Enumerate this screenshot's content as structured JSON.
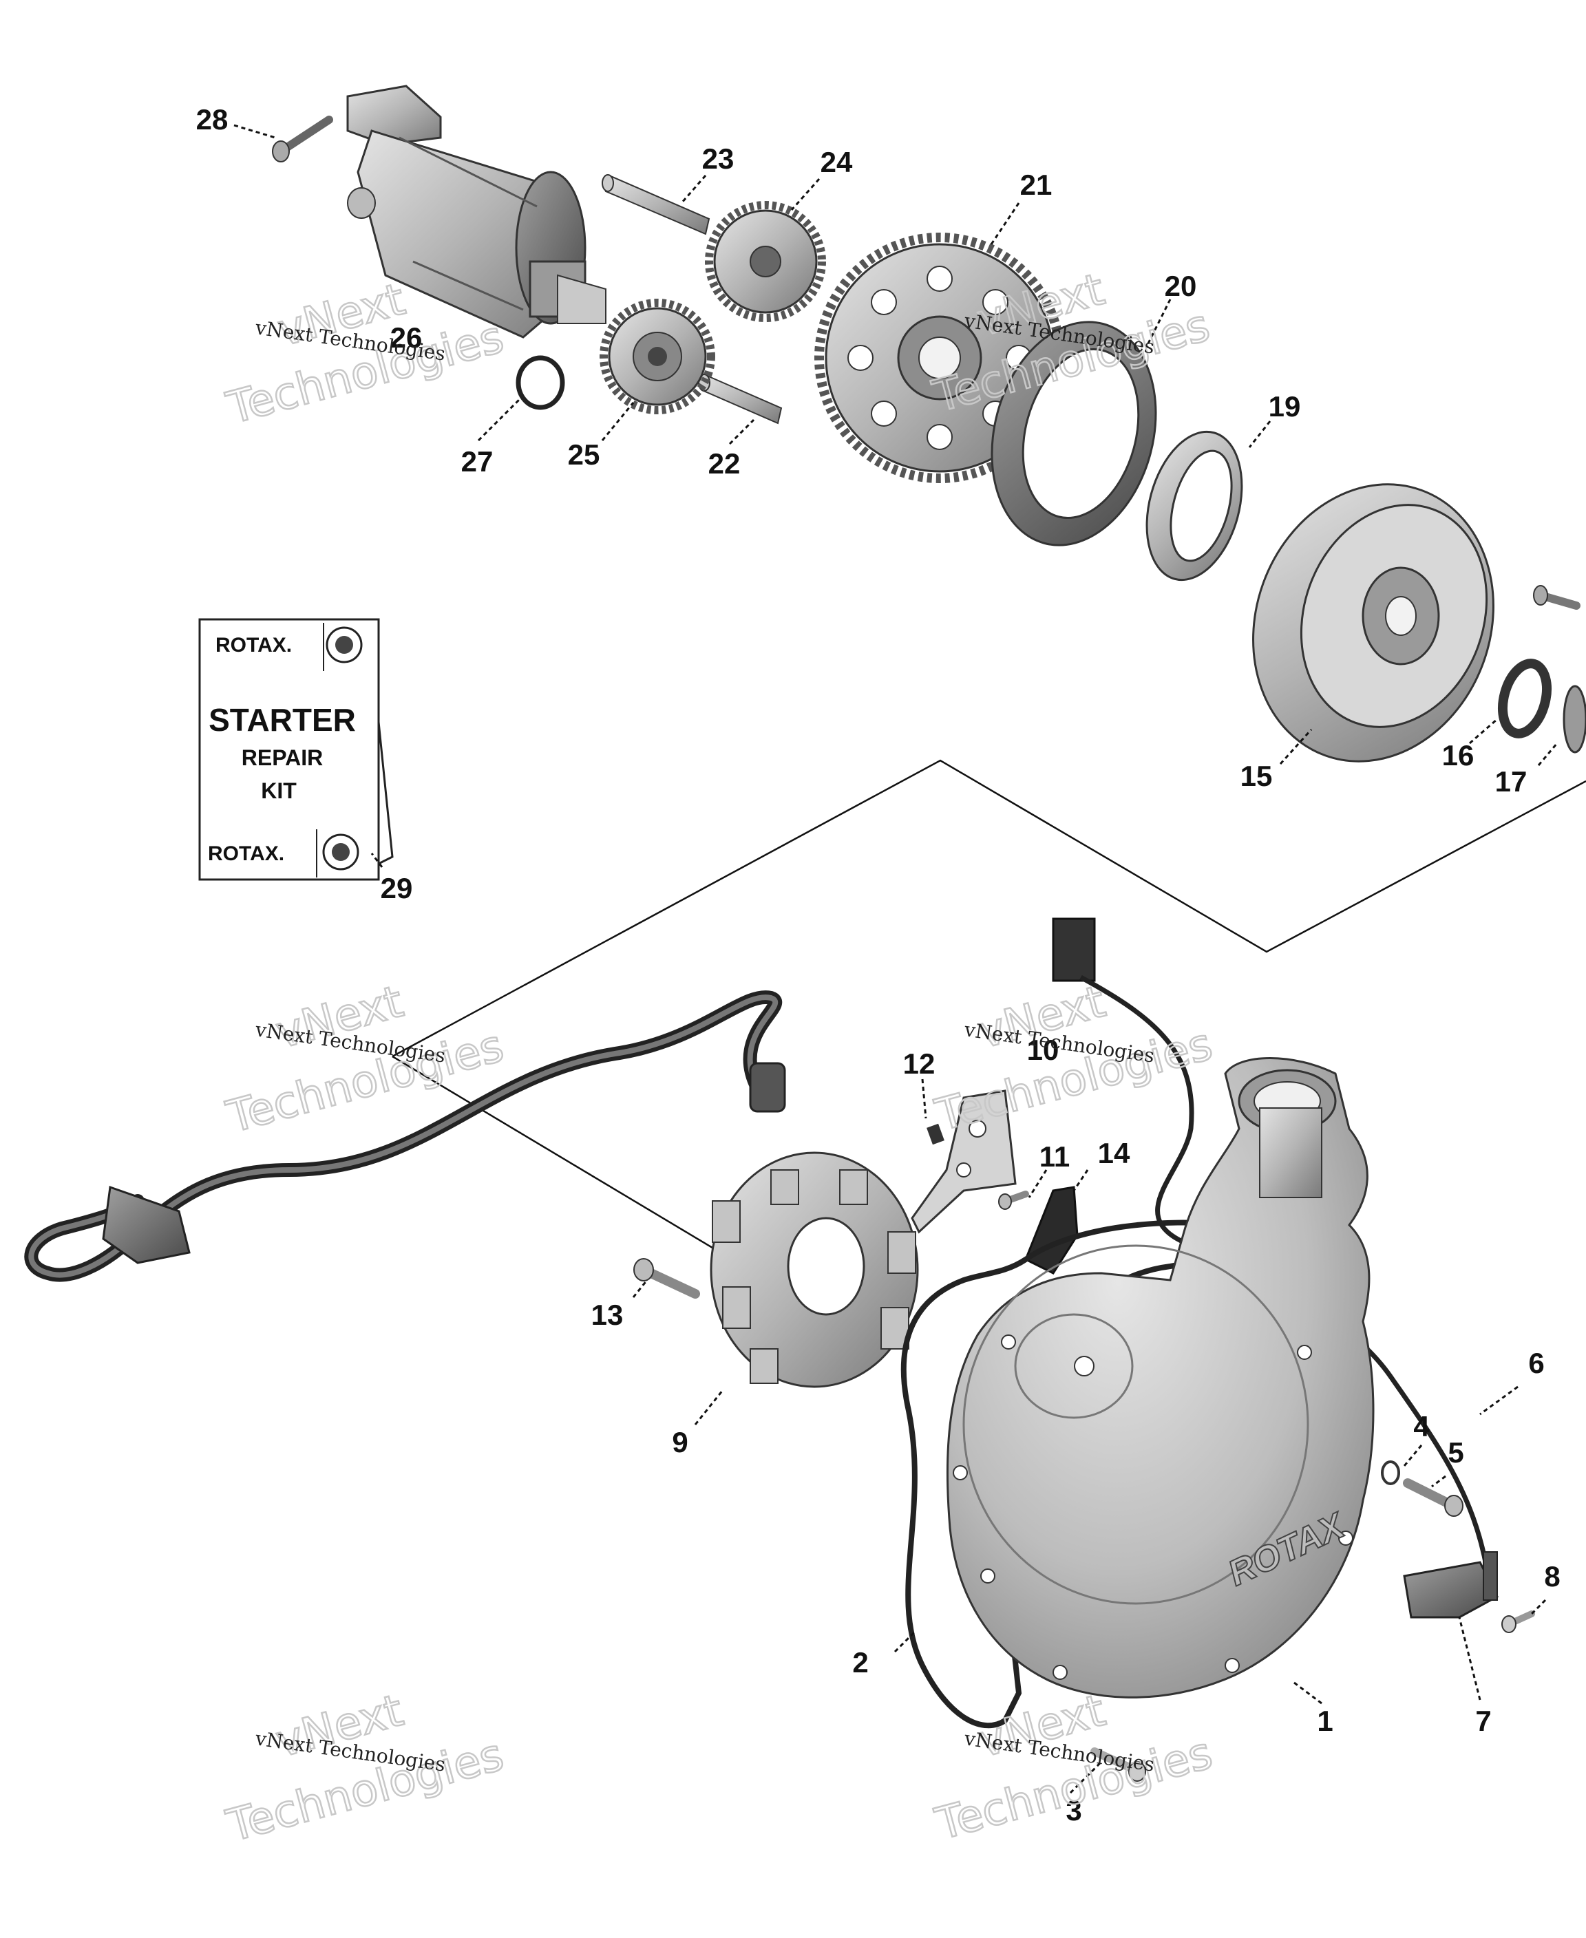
{
  "kit": {
    "brand_top": "ROTAX.",
    "title": "STARTER",
    "line2": "REPAIR",
    "line3": "KIT",
    "brand_bottom": "ROTAX."
  },
  "cover_logo": "ROTAX",
  "watermark": {
    "line1": "vNext Technologies",
    "line2": "vNext",
    "line3": "Technologies"
  },
  "callouts": [
    {
      "id": "1",
      "label": "1"
    },
    {
      "id": "2",
      "label": "2"
    },
    {
      "id": "3",
      "label": "3"
    },
    {
      "id": "4",
      "label": "4"
    },
    {
      "id": "5",
      "label": "5"
    },
    {
      "id": "6",
      "label": "6"
    },
    {
      "id": "7",
      "label": "7"
    },
    {
      "id": "8",
      "label": "8"
    },
    {
      "id": "9",
      "label": "9"
    },
    {
      "id": "10",
      "label": "10"
    },
    {
      "id": "11",
      "label": "11"
    },
    {
      "id": "12",
      "label": "12"
    },
    {
      "id": "13",
      "label": "13"
    },
    {
      "id": "14",
      "label": "14"
    },
    {
      "id": "15",
      "label": "15"
    },
    {
      "id": "16",
      "label": "16"
    },
    {
      "id": "17",
      "label": "17"
    },
    {
      "id": "19",
      "label": "19"
    },
    {
      "id": "20",
      "label": "20"
    },
    {
      "id": "21",
      "label": "21"
    },
    {
      "id": "22",
      "label": "22"
    },
    {
      "id": "23",
      "label": "23"
    },
    {
      "id": "24",
      "label": "24"
    },
    {
      "id": "25",
      "label": "25"
    },
    {
      "id": "26",
      "label": "26"
    },
    {
      "id": "27",
      "label": "27"
    },
    {
      "id": "28",
      "label": "28"
    },
    {
      "id": "29",
      "label": "29"
    }
  ]
}
